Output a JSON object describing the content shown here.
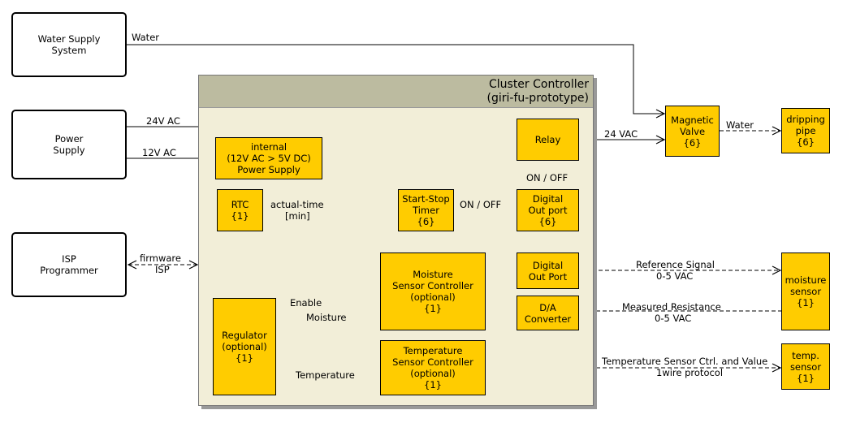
{
  "external": {
    "water_supply": [
      "Water Supply",
      "System"
    ],
    "power_supply": [
      "Power",
      "Supply"
    ],
    "isp_programmer": [
      "ISP",
      "Programmer"
    ]
  },
  "cluster": {
    "title": "Cluster Controller",
    "subtitle": "(giri-fu-prototype)"
  },
  "components": {
    "internal_power": [
      "internal",
      "(12V AC > 5V DC)",
      "Power Supply"
    ],
    "relay": [
      "Relay"
    ],
    "rtc": [
      "RTC",
      "{1}"
    ],
    "timer": [
      "Start-Stop",
      "Timer",
      "{6}"
    ],
    "digital_out_6": [
      "Digital",
      "Out port",
      "{6}"
    ],
    "moisture_ctrl": [
      "Moisture",
      "Sensor Controller",
      "(optional)",
      "{1}"
    ],
    "digital_out_port": [
      "Digital",
      "Out Port"
    ],
    "da_converter": [
      "D/A",
      "Converter"
    ],
    "temp_ctrl": [
      "Temperature",
      "Sensor Controller",
      "(optional)",
      "{1}"
    ],
    "regulator": [
      "Regulator",
      "(optional)",
      "{1}"
    ],
    "magnetic_valve": [
      "Magnetic",
      "Valve",
      "{6}"
    ],
    "dripping_pipe": [
      "dripping",
      "pipe",
      "{6}"
    ],
    "moisture_sensor": [
      "moisture",
      "sensor",
      "{1}"
    ],
    "temp_sensor": [
      "temp.",
      "sensor",
      "{1}"
    ]
  },
  "labels": {
    "water_top": "Water",
    "ac24": "24V AC",
    "ac12": "12V AC",
    "firmware": "firmware",
    "isp": "ISP",
    "vac24": "24 VAC",
    "water_drip": "Water",
    "on_off_vertical": "ON / OFF",
    "on_off_horizontal": "ON / OFF",
    "actual_time": "actual-time",
    "min": "[min]",
    "enable": "Enable",
    "moisture": "Moisture",
    "temperature": "Temperature",
    "ref_signal": "Reference Signal",
    "ref_range": "0-5 VAC",
    "measured_res": "Measured Resistance",
    "measured_range": "0-5 VAC",
    "temp_ctrl_value": "Temperature Sensor Ctrl. and Value",
    "onewire": "1wire protocol"
  },
  "colors": {
    "component_fill": "#ffcc00",
    "cluster_fill": "#f2eed8",
    "cluster_header": "#bcbba0"
  }
}
